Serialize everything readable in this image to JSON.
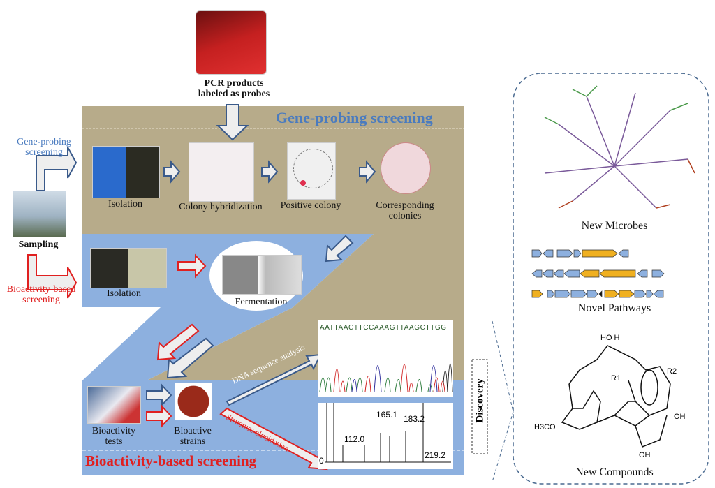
{
  "pcr": {
    "label_line1": "PCR products",
    "label_line2": "labeled as probes"
  },
  "gene_probing": {
    "title": "Gene-probing screening",
    "side_label_line1": "Gene-probing",
    "side_label_line2": "screening",
    "steps": [
      "Isolation",
      "Colony hybridization",
      "Positive colony",
      "Corresponding colonies"
    ]
  },
  "sampling": {
    "label": "Sampling"
  },
  "bioactivity": {
    "side_label_line1": "Bioactivity-based",
    "side_label_line2": "screening",
    "isolation": "Isolation",
    "fermentation": "Fermentation",
    "tests_line1": "Bioactivity",
    "tests_line2": "tests",
    "strains_line1": "Bioactive",
    "strains_line2": "strains",
    "title": "Bioactivity-based screening"
  },
  "analysis": {
    "dna_arrow": "DNA sequence analysis",
    "structure_arrow": "Structure elucidation",
    "sequence": "AATTAACTTCCAAAGTTAAGCTTGG",
    "mass_peaks": [
      "112.0",
      "165.1",
      "183.2",
      "219.2"
    ],
    "mass_axis_zero": "0"
  },
  "discovery": {
    "label": "Discovery",
    "items": [
      "New Microbes",
      "Novel Pathways",
      "New Compounds"
    ]
  },
  "colors": {
    "tan": "#b7ab8a",
    "blue": "#8db0df",
    "title_blue": "#4a7bbf",
    "red": "#e02020"
  }
}
